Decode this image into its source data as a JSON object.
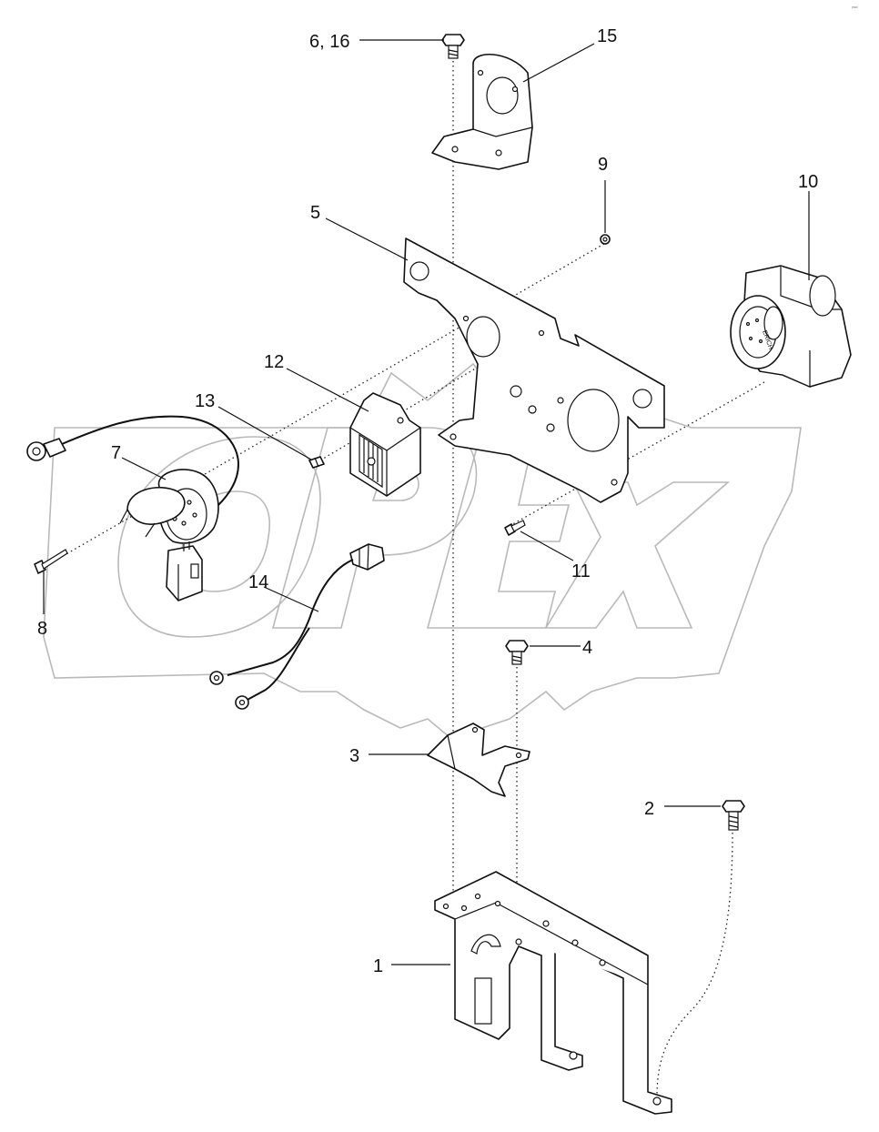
{
  "watermark_text": "OPEX",
  "corner_mark": "ᵖʳᵉˣ",
  "callouts": [
    {
      "id": "c1",
      "text": "1"
    },
    {
      "id": "c2",
      "text": "2"
    },
    {
      "id": "c3",
      "text": "3"
    },
    {
      "id": "c4",
      "text": "4"
    },
    {
      "id": "c5",
      "text": "5"
    },
    {
      "id": "c616",
      "text": "6, 16"
    },
    {
      "id": "c7",
      "text": "7"
    },
    {
      "id": "c8",
      "text": "8"
    },
    {
      "id": "c9",
      "text": "9"
    },
    {
      "id": "c10",
      "text": "10"
    },
    {
      "id": "c11",
      "text": "11"
    },
    {
      "id": "c12",
      "text": "12"
    },
    {
      "id": "c13",
      "text": "13"
    },
    {
      "id": "c14",
      "text": "14"
    },
    {
      "id": "c15",
      "text": "15"
    }
  ],
  "socket_face_text": "ERICH"
}
